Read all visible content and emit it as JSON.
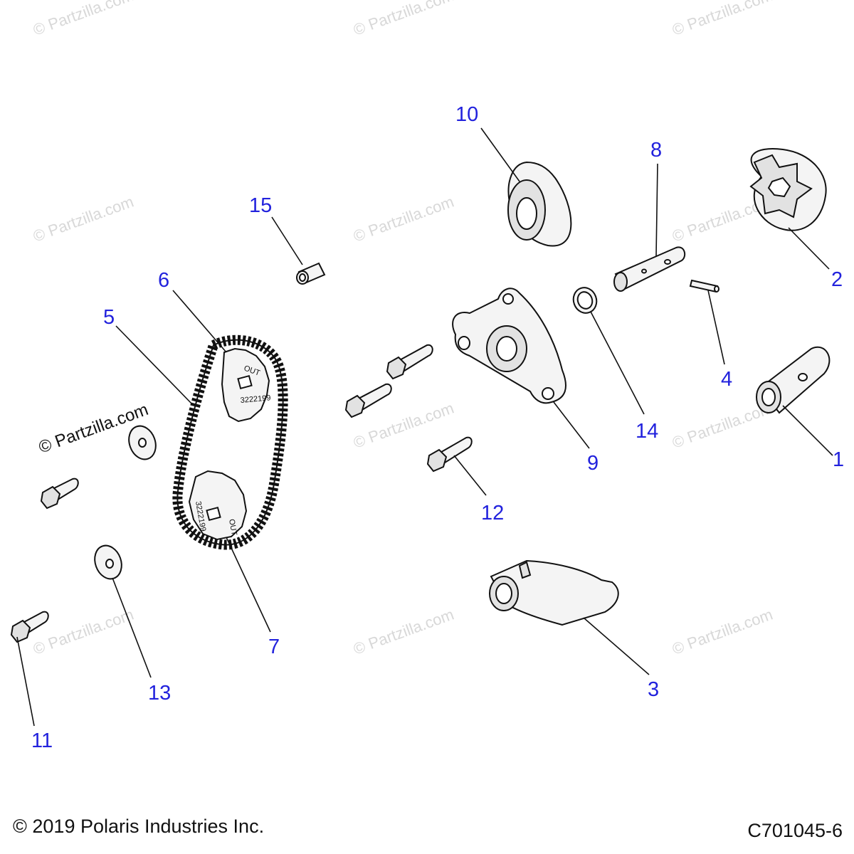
{
  "watermark": "© Partzilla.com",
  "copyright": "© 2019 Polaris Industries Inc.",
  "figure_id": "C701045-6",
  "sprocket_text": {
    "upper_mark": "OUT",
    "upper_number": "3222199",
    "lower_mark": "OUT",
    "lower_number": "3222199"
  },
  "callouts": [
    "1",
    "2",
    "3",
    "4",
    "5",
    "6",
    "7",
    "8",
    "9",
    "10",
    "11",
    "12",
    "13",
    "14",
    "15"
  ],
  "colors": {
    "callout": "#2222dd",
    "line": "#111111",
    "watermark": "#d8d8d8"
  }
}
